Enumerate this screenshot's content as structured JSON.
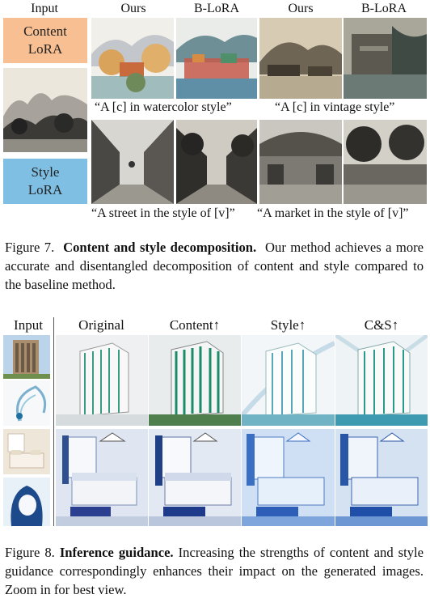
{
  "figure7": {
    "headers": {
      "input": "Input",
      "ours1": "Ours",
      "blora1": "B-LoRA",
      "ours2": "Ours",
      "blora2": "B-LoRA"
    },
    "content_lora": {
      "line1": "Content",
      "line2": "LoRA"
    },
    "style_lora": {
      "line1": "Style",
      "line2": "LoRA"
    },
    "prompts": {
      "p1": "“A [c] in watercolor style”",
      "p2": "“A [c] in vintage style”",
      "p3": "“A street in the style of [v]”",
      "p4": "“A market in the style of [v]”"
    },
    "caption": {
      "label": "Figure 7.",
      "title": "Content and style decomposition.",
      "text": "Our method achieves a more accurate and disentangled decomposition of content and style compared to the baseline method."
    }
  },
  "figure8": {
    "headers": {
      "input": "Input",
      "original": "Original",
      "content": "Content↑",
      "style": "Style↑",
      "cs": "C&S↑"
    },
    "caption": {
      "label": "Figure 8.",
      "title": "Inference guidance.",
      "text": "Increasing the strengths of content and style guidance correspondingly enhances their impact on the generated images. Zoom in for best view."
    }
  },
  "colors": {
    "content_lora_bg": "#f7bf92",
    "style_lora_bg": "#7fbfe3"
  }
}
